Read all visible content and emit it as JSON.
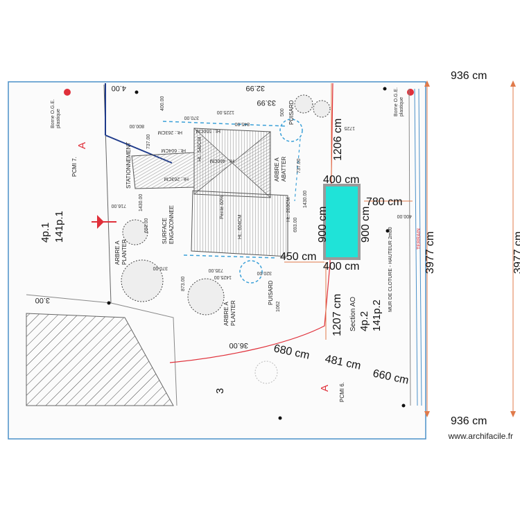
{
  "dimensions": {
    "top_right": "936 cm",
    "bottom_right": "936 cm",
    "right_total_a": "3977 cm",
    "right_total_b": "3977 cm",
    "pool_top": "400 cm",
    "pool_bottom": "400 cm",
    "pool_left": "900 cm",
    "pool_right": "900 cm",
    "pool_to_edge": "780 cm",
    "pool_from_house": "450 cm",
    "upper_vertical": "1206 cm",
    "lower_vertical": "1207 cm",
    "seg_a": "680 cm",
    "seg_b": "481 cm",
    "seg_c": "660 cm"
  },
  "parcels": {
    "left_1": "4p.1",
    "left_2": "141p.1",
    "section": "Section AO",
    "right_1": "4p.2",
    "right_2": "141p.2",
    "lot": "3"
  },
  "plan_labels": {
    "pcmi7": "PCMI 7.",
    "pcmi6": "PCMI 6.",
    "mark_a": "A",
    "stationnement": "STATIONNEMENT",
    "surface": "SURFACE",
    "engazonnee": "ENGAZONNEE",
    "arbre_planter": "ARBRE A",
    "planter": "PLANTER",
    "arbre_abatter": "ARBRE A",
    "abatter": "ABATTER",
    "puisard": "PUISARD",
    "mur": "MUR DE CLOTURE - HAUTEUR 2m00",
    "borne": "Borne O.G.E.",
    "plastique": "plastique",
    "terrain": "TERRAIN",
    "ht_top": "Ht.: 550CM",
    "ht_mid": "Ht.: 540CM",
    "ht_left": "Ht.: 263CM",
    "ht_b": "Ht.: 604CM",
    "ht_c": "Ht.: 460CM",
    "ht_d": "Ht.: 263CM",
    "ht_e": "Ht.: 604CM",
    "ht_f": "Ht.: 263CM",
    "pente": "Pente 60%"
  },
  "plan_numbers": {
    "n1": "32.99",
    "n2": "33.99",
    "n3": "400.00",
    "n4": "370.00",
    "n5": "1225.00",
    "n6": "845.00",
    "n7": "800.00",
    "n8": "737.00",
    "n9": "716.00",
    "n10": "1430.00",
    "n11": "693.00",
    "n12": "737.00",
    "n13": "1430.00",
    "n14": "693.00",
    "n15": "370.00",
    "n16": "735.00",
    "n17": "1425.00",
    "n18": "320.00",
    "n19": "873.00",
    "n20": "1062",
    "n21": "3.00",
    "n22": "36.00",
    "n23": "1725",
    "n24": "400.00",
    "n25": "500",
    "n26": "4.00"
  },
  "watermark": "www.archifacile.fr",
  "colors": {
    "pool": "#1fe3d8",
    "pool_border": "#9a9a9a",
    "dimension_line": "#e07a4a",
    "boundary_red": "#e0303a",
    "frame_blue": "#4a90c8",
    "dashed_blue": "#3aa0d8",
    "dark_blue_line": "#1e3a8a"
  }
}
